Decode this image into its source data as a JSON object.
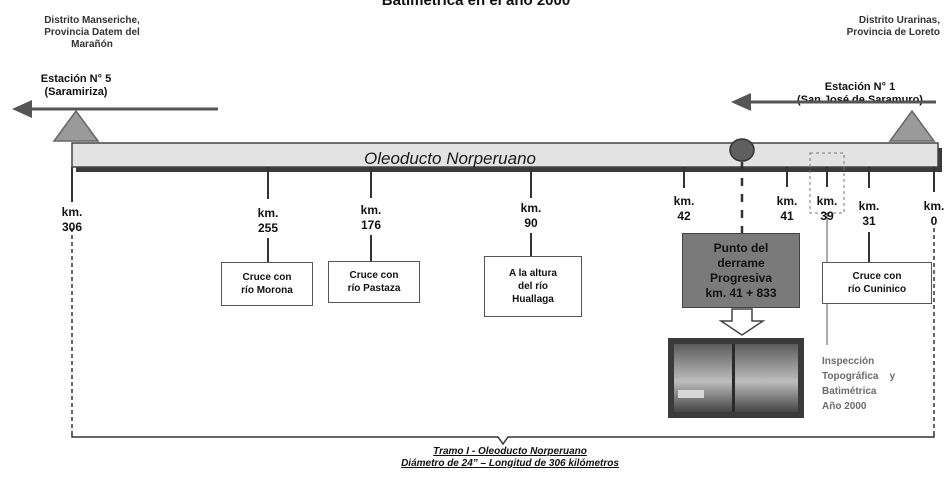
{
  "title": "Batimétrica en el año 2000",
  "left_district": "Distrito Manseriche,\nProvincia Datem del\nMarañón",
  "right_district": "Distrito Urarinas,\nProvincia de Loreto",
  "left_station": "Estación N° 5\n(Saramiriza)",
  "right_station": "Estación N° 1\n(San José de Saramuro)",
  "pipeline_label": "Oleoducto Norperuano",
  "km_markers": [
    {
      "label": "km.\n306"
    },
    {
      "label": "km.\n255"
    },
    {
      "label": "km.\n176"
    },
    {
      "label": "km.\n90"
    },
    {
      "label": "km.\n42"
    },
    {
      "label": "km.\n41"
    },
    {
      "label": "km.\n39"
    },
    {
      "label": "km.\n31"
    },
    {
      "label": "km.\n0"
    }
  ],
  "crossings": {
    "morona": "Cruce con\nrío Morona",
    "pastaza": "Cruce con\nrío Pastaza",
    "huallaga": "A la altura\ndel río\nHuallaga",
    "cuninico": "Cruce con\nrío Cuninico"
  },
  "spill_point": "Punto del\nderrame\nProgresiva\nkm. 41 + 833",
  "inspection_note": "Inspección\nTopográfica    y\nBatimétrica\nAño 2000",
  "tramo_line1": "Tramo I - Oleoducto Norperuano",
  "tramo_line2": "Diámetro de 24” – Longitud de 306 kilómetros",
  "colors": {
    "pipe_fill": "#e3e3e3",
    "triangle": "#9a9a9a",
    "spill_box": "#7a7a7a",
    "spill_dot": "#5f5f5f",
    "inspection_text": "#6b6b6b"
  }
}
